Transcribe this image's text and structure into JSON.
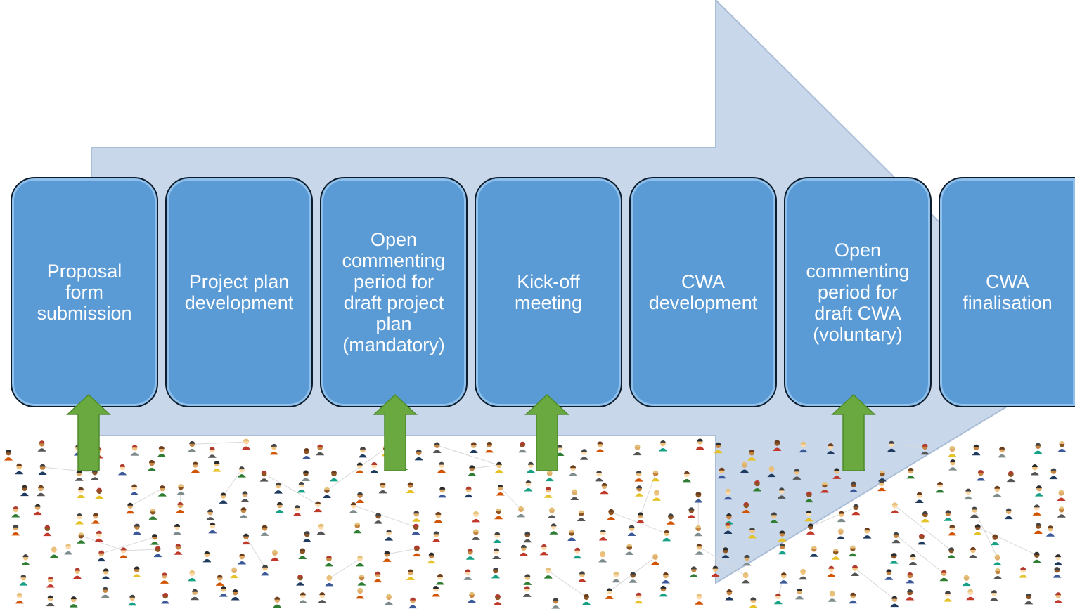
{
  "colors": {
    "background_arrow": "#c9d7ea",
    "background_arrow_edge": "#aabdd6",
    "step_box": "#5b9bd5",
    "step_box_edge": "#0e1d2c",
    "up_arrow": "#6aa840",
    "network_lines": "#d9d9d9"
  },
  "icons": {
    "background": "main-flow-arrow",
    "participation": "up-arrow",
    "crowd": "people-network"
  },
  "steps": [
    {
      "label": "Proposal\nform\nsubmission",
      "stakeholder_input": true
    },
    {
      "label": "Project plan\ndevelopment",
      "stakeholder_input": false
    },
    {
      "label": "Open\ncommenting\nperiod for\ndraft project\nplan\n(mandatory)",
      "stakeholder_input": true
    },
    {
      "label": "Kick-off\nmeeting",
      "stakeholder_input": true
    },
    {
      "label": "CWA\ndevelopment",
      "stakeholder_input": false
    },
    {
      "label": "Open\ncommenting\nperiod for\ndraft CWA\n(voluntary)",
      "stakeholder_input": true
    },
    {
      "label": "CWA\nfinalisation",
      "stakeholder_input": false
    }
  ]
}
